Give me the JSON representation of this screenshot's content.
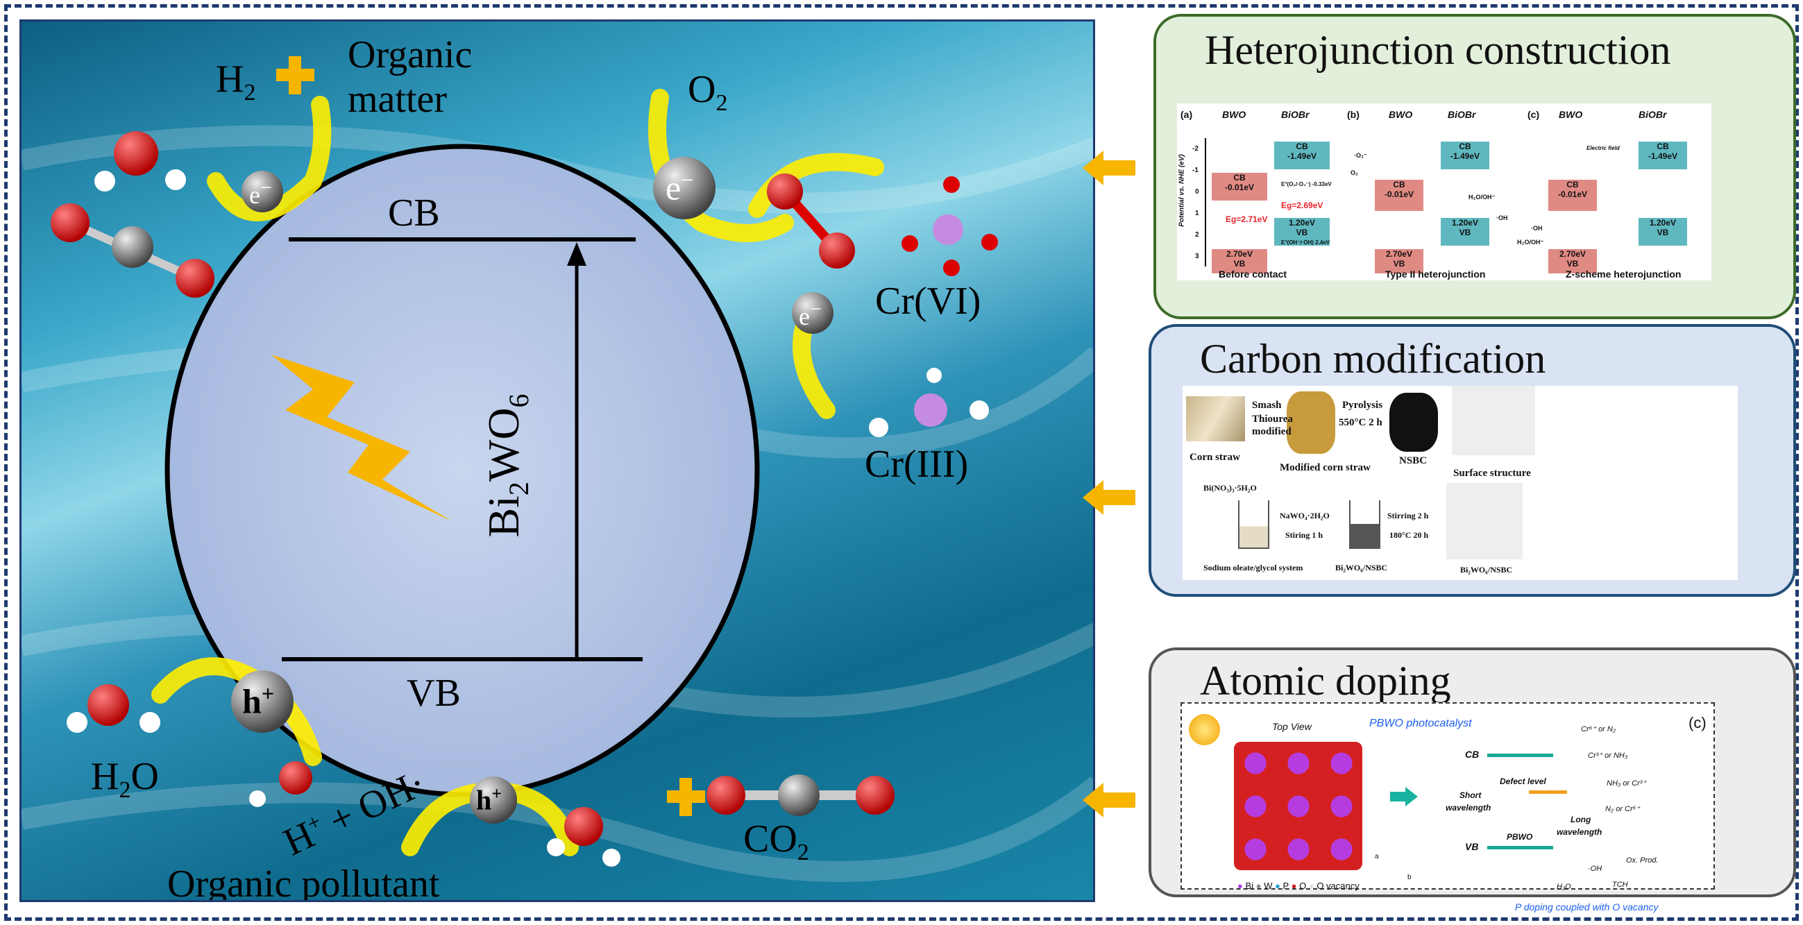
{
  "colors": {
    "border": "#1f3a6e",
    "arrow": "#f7b500",
    "green_panel": "#e2efda",
    "blue_panel": "#dae3f3",
    "gray_panel": "#ededed"
  },
  "main": {
    "h2": "H",
    "h2_sub": "2",
    "organic_matter_1": "Organic",
    "organic_matter_2": "matter",
    "o2": "O",
    "o2_sub": "2",
    "cb": "CB",
    "vb": "VB",
    "bandgap_material": "Bi",
    "bandgap_sub1": "2",
    "bandgap_mid": "WO",
    "bandgap_sub2": "6",
    "electron": "e",
    "electron_sup": "−",
    "hole": "h",
    "hole_sup": "+",
    "cr6": "Cr(VI)",
    "cr3": "Cr(III)",
    "h2o": "H",
    "h2o_sub": "2",
    "h2o_end": "O",
    "h_oh": "H",
    "h_oh_sup": "+",
    "h_oh_rest": " + OH·",
    "organic_pollutant": "Organic pollutant",
    "co2": "CO",
    "co2_sub": "2"
  },
  "panels": [
    {
      "title": "Heterojunction construction",
      "inset": {
        "a": "(a)",
        "b": "(b)",
        "c": "(c)",
        "bwo": "BWO",
        "biobr": "BiOBr",
        "cb": "CB",
        "vb": "VB",
        "cb_bwo": "-0.01eV",
        "cb_biobr": "-1.49eV",
        "vb_bwo": "2.70eV",
        "vb_biobr": "1.20eV",
        "eg_bwo": "Eg=2.71eV",
        "eg_biobr": "Eg=2.69eV",
        "o2_pot": "E°(O₂/·O₂⁻) -0.33eV",
        "oh_pot": "E°(OH⁻/·OH) 2.4eV",
        "yaxis": "Potential vs. NHE (eV)",
        "ticks": [
          "-2",
          "-1",
          "0",
          "1",
          "2",
          "3"
        ],
        "h2o_oh": "H₂O/OH⁻",
        "oh": "·OH",
        "o2": "O₂",
        "o2r": "·O₂⁻",
        "efield": "Electric field",
        "cap_a": "Before contact",
        "cap_b": "Type II heterojunction",
        "cap_c": "Z-scheme heterojunction"
      }
    },
    {
      "title": "Carbon modification",
      "inset": {
        "corn": "Corn straw",
        "smash": "Smash",
        "thiourea": "Thiourea",
        "modified": "modified",
        "mod_corn": "Modified corn straw",
        "pyro": "Pyrolysis",
        "pyro_cond": "550°C 2 h",
        "nsbc": "NSBC",
        "surface": "Surface structure",
        "bi": "Bi(NO₃)₃·5H₂O",
        "nawo": "NaWO₄·2H₂O",
        "stir1": "Stiring 1 h",
        "stir2": "Stirring 2 h",
        "cond2": "180°C 20 h",
        "sodium": "Sodium oleate/glycol system",
        "bwo_nsbc": "Bi₂WO₆/NSBC",
        "bwo_nsbc2": "Bi₂WO₆/NSBC"
      }
    },
    {
      "title": "Atomic doping",
      "inset": {
        "topview": "Top View",
        "pbwo_title": "PBWO photocatalyst",
        "c": "(c)",
        "cb": "CB",
        "vb": "VB",
        "defect": "Defect level",
        "short": "Short",
        "wavelength": "wavelength",
        "long": "Long",
        "wavelength2": "wavelength",
        "pbwo": "PBWO",
        "cr6_n2": "Cr⁶⁺ or N₂",
        "cr3_nh3": "Cr³⁺ or NH₃",
        "nh3_cr3": "NH₃ or Cr³⁺",
        "n2_cr6": "N₂ or Cr⁶⁺",
        "oxprod": "Ox. Prod.",
        "oh": "·OH",
        "tch": "TCH",
        "h2o": "H₂O",
        "axis_a": "a",
        "axis_b": "b",
        "legend": [
          "Bi",
          "W",
          "P",
          "O",
          "O vacancy"
        ],
        "footer": "P doping coupled with O vacancy"
      }
    }
  ]
}
